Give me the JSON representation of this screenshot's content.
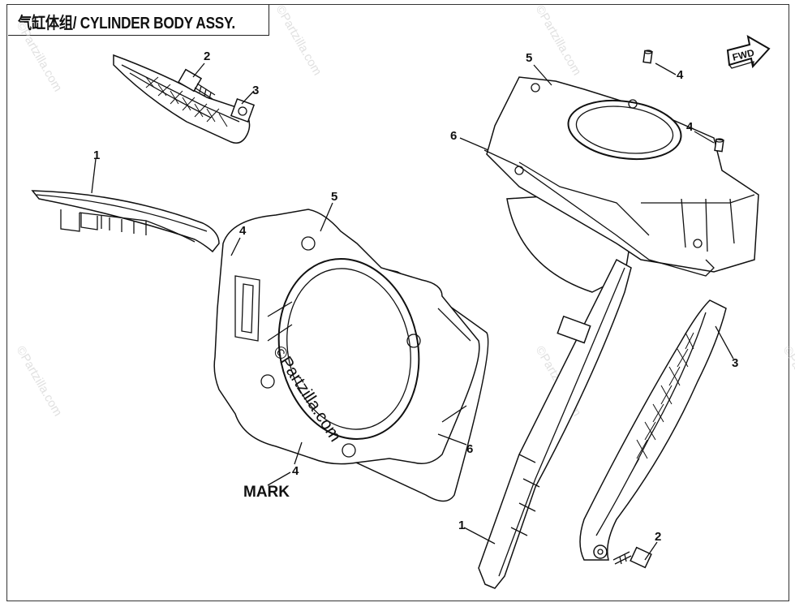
{
  "title": "气缸体组/ CYLINDER BODY ASSY.",
  "direction_badge": "FWD",
  "mark_label": "MARK",
  "watermark": "©Partzilla.com",
  "callouts": {
    "c1_top": "1",
    "c2_top": "2",
    "c3_top": "3",
    "c4_left": "4",
    "c5_center": "5",
    "c4_bottom": "4",
    "c6_center": "6",
    "c5_right": "5",
    "c4_right_a": "4",
    "c4_right_b": "4",
    "c6_right": "6",
    "c3_right": "3",
    "c1_bottom": "1",
    "c2_bottom": "2"
  }
}
